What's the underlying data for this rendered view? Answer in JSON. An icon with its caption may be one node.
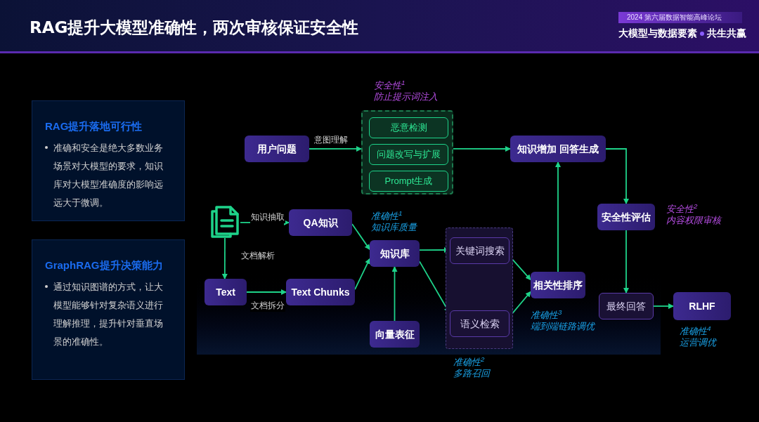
{
  "diagram": {
    "title": "RAG提升大模型准确性，两次审核保证安全性",
    "nodes": [
      {
        "text": [
          "RAG提升落地可行性",
          "准确和安全是绝大多数业务场景对大模型的要求，知识库对大模型准确度的影响远远大于微调。"
        ]
      },
      {
        "text": [
          "GraphRAG提升决策能力",
          "通过知识图谱的方式，让大模型能够针对复杂语义进行理解推理，提升针对垂直场景的准确性。"
        ]
      },
      {
        "text": [
          "用户问题"
        ]
      },
      {
        "text": [],
        "shape": "box",
        "beside": [
          "安全性$^{1}$",
          "防止提示词注入"
        ]
      },
      {
        "text": [
          "恶意检测"
        ],
        "in": 3
      },
      {
        "text": [
          "问题改写与扩展"
        ],
        "in": 3
      },
      {
        "text": [
          "Prompt生成"
        ],
        "in": 3
      },
      {
        "text": [
          "知识增加 回答生成"
        ]
      },
      {
        "text": [],
        "shape": "document"
      },
      {
        "text": [
          "QA知识"
        ]
      },
      {
        "text": [
          "Text"
        ]
      },
      {
        "text": [
          "Text Chunks"
        ]
      },
      {
        "text": [
          "知识库"
        ],
        "beside": [
          "准确性$^{1}$",
          "知识库质量"
        ]
      },
      {
        "text": [],
        "shape": "box",
        "beside": [
          "准确性$^{2}$",
          "多路召回"
        ]
      },
      {
        "text": [
          "关键词搜索"
        ],
        "in": 13
      },
      {
        "text": [
          "语义检索"
        ],
        "in": 13
      },
      {
        "text": [
          "向量表征"
        ]
      },
      {
        "text": [
          "相关性排序"
        ],
        "beside": [
          "准确性$^{3}$",
          "端到端链路调优"
        ]
      },
      {
        "text": [
          "安全性评估"
        ],
        "beside": [
          "安全性$^{2}$",
          "内容权限审核"
        ]
      },
      {
        "text": [
          "最终回答"
        ]
      },
      {
        "text": [
          "RLHF"
        ],
        "beside": [
          "准确性$^{4}$",
          "运营调优"
        ]
      }
    ],
    "edges": [
      {
        "from": 2,
        "to": 3,
        "arrow": "to",
        "label": "意图理解"
      },
      {
        "from": 3,
        "to": 7,
        "arrow": "to"
      },
      {
        "from": 8,
        "to": 9,
        "arrow": "to",
        "label": "知识抽取"
      },
      {
        "from": 8,
        "to": 10,
        "arrow": "to",
        "label": "文档解析"
      },
      {
        "from": 10,
        "to": 11,
        "arrow": "to",
        "label": "文档拆分"
      },
      {
        "from": 9,
        "to": 12,
        "arrow": "to"
      },
      {
        "from": 11,
        "to": 12,
        "arrow": "to"
      },
      {
        "from": 16,
        "to": 12,
        "arrow": "to"
      },
      {
        "from": 12,
        "to": 14,
        "arrow": "to"
      },
      {
        "from": 12,
        "to": 15,
        "arrow": "to"
      },
      {
        "from": 14,
        "to": 17,
        "arrow": "to"
      },
      {
        "from": 15,
        "to": 17,
        "arrow": "to"
      },
      {
        "from": 17,
        "to": 7,
        "arrow": "to"
      },
      {
        "from": 7,
        "to": 18,
        "arrow": "to"
      },
      {
        "from": 18,
        "to": 19,
        "arrow": "to"
      },
      {
        "from": 19,
        "to": 20,
        "arrow": "to"
      }
    ],
    "labels": [
      "2024 第六届数据智能高峰论坛",
      "大模型与数据要素",
      "共生共赢"
    ]
  }
}
